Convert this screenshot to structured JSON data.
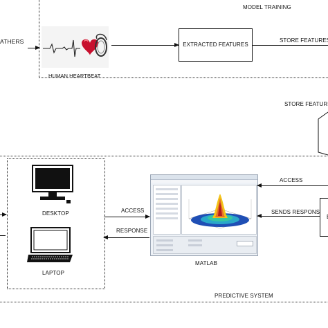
{
  "model_training": {
    "section_label": "MODEL TRAINING",
    "left_text": "ATHERS",
    "image_caption": "HUMAN HEARTBEAT",
    "extracted_features": "EXTRACTED FEATURES",
    "store_features_arrow": "STORE FEATURES"
  },
  "storage": {
    "store_features_label": "STORE FEATURE"
  },
  "predictive_system": {
    "section_label": "PREDICTIVE SYSTEM",
    "desktop_label": "DESKTOP",
    "laptop_label": "LAPTOP",
    "access_left": "ACCESS",
    "response_left": "RESPONSE",
    "matlab_label": "MATLAB",
    "access_right": "ACCESS",
    "sends_response": "SENDS RESPONSE"
  }
}
